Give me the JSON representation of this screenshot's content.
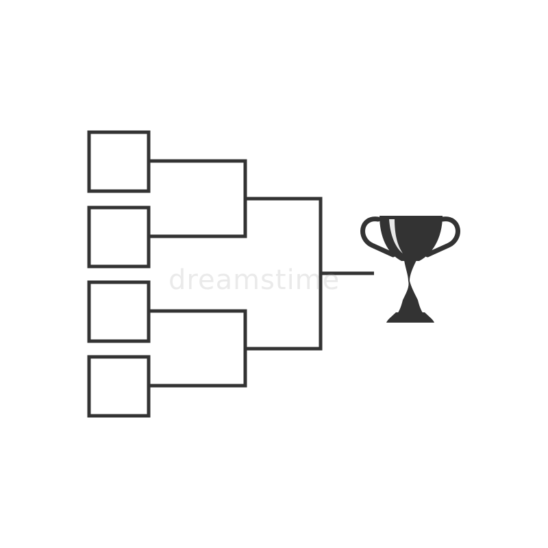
{
  "diagram": {
    "type": "tournament-bracket",
    "entrant_slots": 4,
    "semifinal_connectors": 2,
    "final_connector": 1,
    "trophy_icon": "trophy-cup-icon",
    "colors": {
      "line": "#333333",
      "trophy": "#333333",
      "background": "#ffffff"
    }
  },
  "watermark": {
    "text": "dreamstime"
  }
}
